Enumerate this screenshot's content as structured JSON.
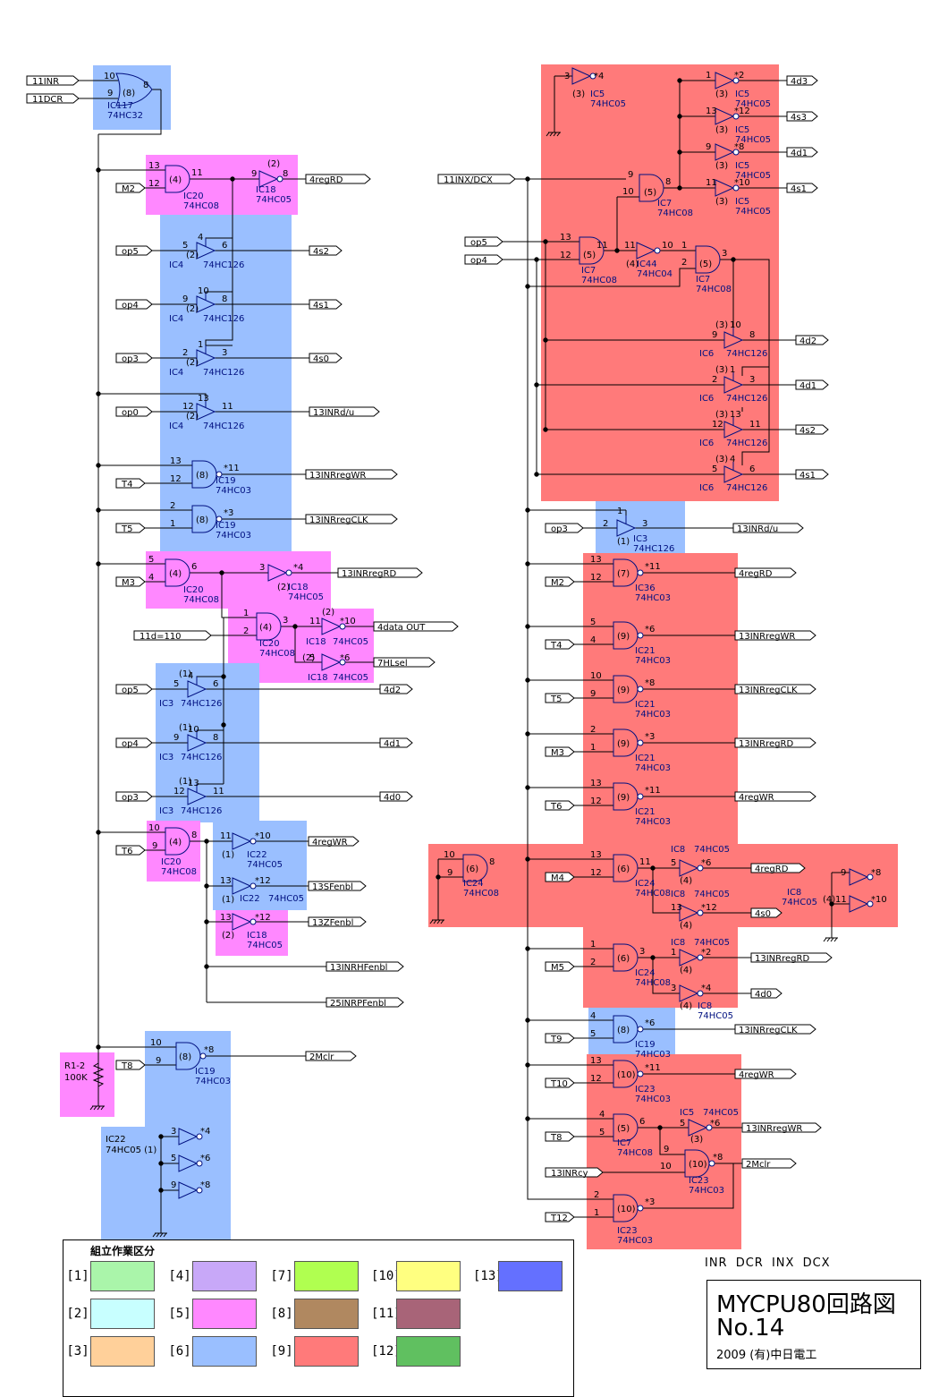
{
  "title": {
    "line1": "MYCPU80回路図",
    "line2": "No.14",
    "credit": "2009 (有)中日電工"
  },
  "subtitle": "INR DCR INX DCX",
  "legend": {
    "title": "組立作業区分",
    "items": [
      {
        "label": "[1]",
        "color": "#aaf5aa"
      },
      {
        "label": "[2]",
        "color": "#c8ffff"
      },
      {
        "label": "[3]",
        "color": "#ffd09a"
      },
      {
        "label": "[4]",
        "color": "#c8a8f8"
      },
      {
        "label": "[5]",
        "color": "#ff88ff"
      },
      {
        "label": "[6]",
        "color": "#9abfff"
      },
      {
        "label": "[7]",
        "color": "#b0ff50"
      },
      {
        "label": "[8]",
        "color": "#b08860"
      },
      {
        "label": "[9]",
        "color": "#ff7a7a"
      },
      {
        "label": "[10]",
        "color": "#ffff80"
      },
      {
        "label": "[11]",
        "color": "#a86478"
      },
      {
        "label": "[12]",
        "color": "#60c060"
      },
      {
        "label": "[13]",
        "color": "#6470ff"
      }
    ]
  },
  "colors": {
    "wire": "#000000",
    "gate": "#001080",
    "pin": "#000000"
  },
  "left_column": {
    "ic117": {
      "inputs": [
        "11INR",
        "11DCR"
      ],
      "pins": [
        "10",
        "9",
        "8",
        "(8)"
      ],
      "label": "IC117",
      "part": "74HC32"
    },
    "ic20_a": {
      "inputs": [
        "M2"
      ],
      "pins": [
        "13",
        "12",
        "11",
        "(4)"
      ],
      "label": "IC20",
      "part": "74HC08"
    },
    "ic18_a": {
      "pins": [
        "9",
        "8",
        "(2)"
      ],
      "label": "IC18",
      "part": "74HC05",
      "output": "4regRD"
    },
    "ic4": [
      {
        "input": "op5",
        "pins": [
          "5",
          "4",
          "6",
          "(2)"
        ],
        "label": "IC4",
        "part": "74HC126",
        "output": "4s2"
      },
      {
        "input": "op4",
        "pins": [
          "9",
          "10",
          "8",
          "(2)"
        ],
        "label": "IC4",
        "part": "74HC126",
        "output": "4s1"
      },
      {
        "input": "op3",
        "pins": [
          "2",
          "1",
          "3",
          "(2)"
        ],
        "label": "IC4",
        "part": "74HC126",
        "output": "4s0"
      },
      {
        "input": "op0",
        "pins": [
          "12",
          "13",
          "11",
          "(2)"
        ],
        "label": "IC4",
        "part": "74HC126",
        "output": "13INRd/u"
      }
    ],
    "ic19_a": [
      {
        "input": "T4",
        "pins": [
          "13",
          "12",
          "11",
          "(8)"
        ],
        "label": "IC19",
        "part": "74HC03",
        "output": "13INRregWR"
      },
      {
        "input": "T5",
        "pins": [
          "2",
          "1",
          "3",
          "(8)"
        ],
        "label": "IC19",
        "part": "74HC03",
        "output": "13INRregCLK"
      }
    ],
    "ic20_b": {
      "input": "M3",
      "pins": [
        "5",
        "4",
        "6",
        "(4)"
      ],
      "label": "IC20",
      "part": "74HC08"
    },
    "ic18_b": {
      "pins": [
        "3",
        "4",
        "(2)"
      ],
      "label": "IC18",
      "part": "74HC05",
      "output": "13INRregRD"
    },
    "ic20_c": {
      "input": "11d=110",
      "pins": [
        "1",
        "2",
        "3",
        "(4)"
      ],
      "label": "IC20",
      "part": "74HC08"
    },
    "ic18_c": {
      "pins": [
        "11",
        "10",
        "(2)"
      ],
      "label": "IC18",
      "part": "74HC05",
      "output": "4data OUT"
    },
    "ic18_d": {
      "pins": [
        "5",
        "6",
        "(2)"
      ],
      "label": "IC18",
      "part": "74HC05",
      "output": "7HLsel"
    },
    "ic3_a": [
      {
        "input": "op5",
        "pins": [
          "5",
          "4",
          "6",
          "(1)"
        ],
        "label": "IC3",
        "part": "74HC126",
        "output": "4d2"
      },
      {
        "input": "op4",
        "pins": [
          "9",
          "10",
          "8",
          "(1)"
        ],
        "label": "IC3",
        "part": "74HC126",
        "output": "4d1"
      },
      {
        "input": "op3",
        "pins": [
          "12",
          "13",
          "11",
          "(1)"
        ],
        "label": "IC3",
        "part": "74HC126",
        "output": "4d0"
      }
    ],
    "ic20_d": {
      "input": "T6",
      "pins": [
        "10",
        "9",
        "8",
        "(4)"
      ],
      "label": "IC20",
      "part": "74HC08"
    },
    "ic22_a": [
      {
        "pins": [
          "11",
          "10",
          "(1)"
        ],
        "label": "IC22",
        "part": "74HC05",
        "output": "4regWR"
      },
      {
        "pins": [
          "13",
          "12",
          "(1)"
        ],
        "label": "IC22",
        "part": "74HC05",
        "output": "13SFenbl"
      }
    ],
    "ic18_e": {
      "pins": [
        "13",
        "12",
        "(2)"
      ],
      "label": "IC18",
      "part": "74HC05",
      "output": "13ZFenbl"
    },
    "extra_outputs": [
      "13INRHFenbl",
      "25INRPFenbl"
    ],
    "ic19_b": {
      "input": "T8",
      "pins": [
        "10",
        "9",
        "8",
        "(8)"
      ],
      "label": "IC19",
      "part": "74HC03",
      "output": "2Mclr"
    },
    "resistor": {
      "label": "R1-2",
      "value": "100K"
    },
    "ic22_spare": {
      "label": "IC22",
      "part": "74HC05 (1)",
      "pins": [
        "3",
        "4",
        "5",
        "6",
        "9",
        "8"
      ]
    }
  },
  "right_column": {
    "input_main": "11INX/DCX",
    "inputs_top": [
      "op5",
      "op4"
    ],
    "ic5_spare": {
      "pins": [
        "3",
        "4",
        "(3)"
      ],
      "label": "IC5",
      "part": "74HC05"
    },
    "ic5_out": [
      {
        "pins": [
          "1",
          "2",
          "(3)"
        ],
        "label": "IC5",
        "part": "74HC05",
        "output": "4d3"
      },
      {
        "pins": [
          "13",
          "12",
          "(3)"
        ],
        "label": "IC5",
        "part": "74HC05",
        "output": "4s3"
      },
      {
        "pins": [
          "9",
          "8",
          "(3)"
        ],
        "label": "IC5",
        "part": "74HC05",
        "output": "4d1"
      },
      {
        "pins": [
          "11",
          "10",
          "(3)"
        ],
        "label": "IC5",
        "part": "74HC05",
        "output": "4s1"
      }
    ],
    "ic7_a": {
      "pins": [
        "9",
        "10",
        "8",
        "(5)"
      ],
      "label": "IC7",
      "part": "74HC08"
    },
    "ic7_b": {
      "pins": [
        "13",
        "12",
        "11",
        "(5)"
      ],
      "label": "IC7",
      "part": "74HC08"
    },
    "ic44": {
      "pins": [
        "11",
        "10",
        "(4)"
      ],
      "label": "IC44",
      "part": "74HC04"
    },
    "ic7_c": {
      "pins": [
        "1",
        "2",
        "3",
        "(5)"
      ],
      "label": "IC7",
      "part": "74HC08"
    },
    "ic6": [
      {
        "pins": [
          "9",
          "10",
          "8",
          "(3)"
        ],
        "label": "IC6",
        "part": "74HC126",
        "output": "4d2"
      },
      {
        "pins": [
          "2",
          "1",
          "3",
          "(3)"
        ],
        "label": "IC6",
        "part": "74HC126",
        "output": "4d1"
      },
      {
        "pins": [
          "12",
          "13",
          "11",
          "(3)"
        ],
        "label": "IC6",
        "part": "74HC126",
        "output": "4s2"
      },
      {
        "pins": [
          "5",
          "4",
          "6",
          "(3)"
        ],
        "label": "IC6",
        "part": "74HC126",
        "output": "4s1"
      }
    ],
    "ic3_b": {
      "input": "op3",
      "pins": [
        "2",
        "1",
        "3",
        "(1)"
      ],
      "label": "IC3",
      "part": "74HC126",
      "output": "13INRd/u"
    },
    "ic36": {
      "input": "M2",
      "pins": [
        "13",
        "12",
        "11",
        "(7)"
      ],
      "label": "IC36",
      "part": "74HC03",
      "output": "4regRD"
    },
    "ic21": [
      {
        "input": "T4",
        "pins": [
          "5",
          "4",
          "6",
          "(9)"
        ],
        "label": "IC21",
        "part": "74HC03",
        "output": "13INRregWR"
      },
      {
        "input": "T5",
        "pins": [
          "10",
          "9",
          "8",
          "(9)"
        ],
        "label": "IC21",
        "part": "74HC03",
        "output": "13INRregCLK"
      },
      {
        "input": "M3",
        "pins": [
          "2",
          "1",
          "3",
          "(9)"
        ],
        "label": "IC21",
        "part": "74HC03",
        "output": "13INRregRD"
      },
      {
        "input": "T6",
        "pins": [
          "13",
          "12",
          "11",
          "(9)"
        ],
        "label": "IC21",
        "part": "74HC03",
        "output": "4regWR"
      }
    ],
    "ic24_spare": {
      "pins": [
        "10",
        "9",
        "8",
        "(6)"
      ],
      "label": "IC24",
      "part": "74HC08"
    },
    "ic24_a": {
      "input": "M4",
      "pins": [
        "13",
        "12",
        "11",
        "(6)"
      ],
      "label": "IC24",
      "part": "74HC08"
    },
    "ic8_a": [
      {
        "pins": [
          "5",
          "6",
          "(4)"
        ],
        "label": "IC8",
        "part": "74HC05",
        "output": "4regRD"
      },
      {
        "pins": [
          "13",
          "12",
          "(4)"
        ],
        "label": "IC8",
        "part": "74HC05",
        "output": "4s0"
      }
    ],
    "ic8_spare": {
      "pins": [
        "9",
        "8",
        "11",
        "10",
        "(4)"
      ],
      "label": "IC8",
      "part": "74HC05"
    },
    "ic24_b": {
      "input": "M5",
      "pins": [
        "1",
        "2",
        "3",
        "(6)"
      ],
      "label": "IC24",
      "part": "74HC08"
    },
    "ic8_b": [
      {
        "pins": [
          "1",
          "2",
          "(4)"
        ],
        "label": "IC8",
        "part": "74HC05",
        "output": "13INRregRD"
      },
      {
        "pins": [
          "3",
          "4",
          "(4)"
        ],
        "label": "IC8",
        "part": "74HC05",
        "output": "4d0"
      }
    ],
    "ic19_c": {
      "input": "T9",
      "pins": [
        "4",
        "5",
        "6",
        "(8)"
      ],
      "label": "IC19",
      "part": "74HC03",
      "output": "13INRregCLK"
    },
    "ic23_a": {
      "input": "T10",
      "pins": [
        "13",
        "12",
        "11",
        "(10)"
      ],
      "label": "IC23",
      "part": "74HC03",
      "output": "4regWR"
    },
    "ic7_d": {
      "input": "T8",
      "pins": [
        "4",
        "5",
        "6",
        "(5)"
      ],
      "label": "IC7",
      "part": "74HC08"
    },
    "ic5_b": {
      "pins": [
        "5",
        "6",
        "(3)"
      ],
      "label": "IC5",
      "part": "74HC05",
      "output": "13INRregWR"
    },
    "ic23_b": {
      "input": "13INRcy",
      "pins": [
        "9",
        "10",
        "8",
        "(10)"
      ],
      "label": "IC23",
      "part": "74HC03",
      "output": "2Mclr"
    },
    "ic23_c": {
      "input": "T12",
      "pins": [
        "2",
        "1",
        "3",
        "(10)"
      ],
      "label": "IC23",
      "part": "74HC03"
    }
  }
}
